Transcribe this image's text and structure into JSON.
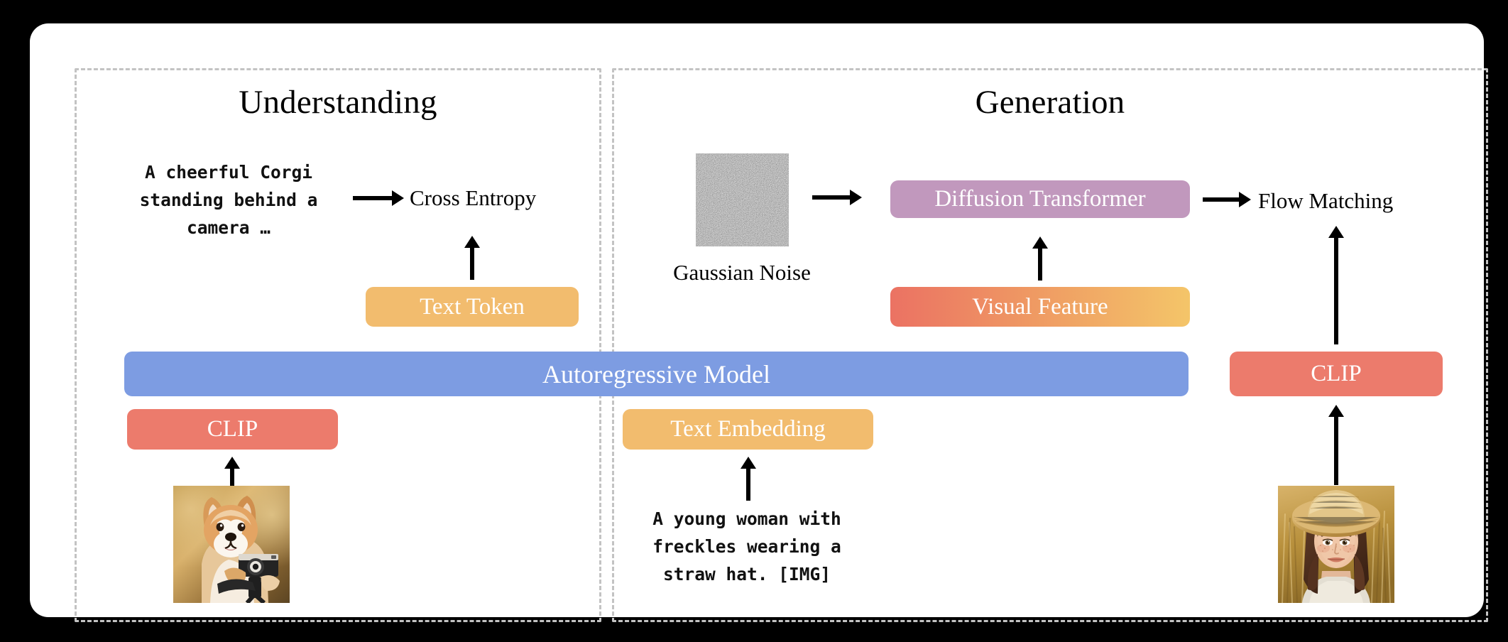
{
  "figure": {
    "background_color": "#000000",
    "card_color": "#ffffff",
    "panel_border_color": "#c3c3c3"
  },
  "panels": [
    {
      "id": "understanding",
      "title": "Understanding"
    },
    {
      "id": "generation",
      "title": "Generation"
    }
  ],
  "understanding": {
    "title": "Understanding",
    "prompt_text": "A cheerful Corgi\nstanding behind a\ncamera …",
    "loss_label": "Cross Entropy",
    "text_token_label": "Text Token",
    "clip_label": "CLIP",
    "image_alt": "corgi-with-camera-photo"
  },
  "generation": {
    "title": "Generation",
    "noise_label": "Gaussian Noise",
    "diffusion_label": "Diffusion Transformer",
    "loss_label": "Flow Matching",
    "visual_feature_label": "Visual Feature",
    "text_embedding_label": "Text Embedding",
    "clip_label": "CLIP",
    "prompt_text": "A young woman with\nfreckles wearing a\nstraw hat. [IMG]",
    "image_alt": "woman-in-straw-hat-photo"
  },
  "shared": {
    "autoregressive_label": "Autoregressive Model"
  },
  "colors": {
    "autoregressive_blue": "#7d9ce2",
    "clip_coral": "#ec7b6c",
    "token_amber": "#f2bc6e",
    "diffusion_mauve": "#c198bd",
    "visual_feature_gradient_start": "#eb7263",
    "visual_feature_gradient_end": "#f4c569",
    "arrow_black": "#000000",
    "dashed_border": "#c3c3c3"
  },
  "icons": {
    "arrow_right": "arrow-right-icon",
    "arrow_up": "arrow-up-icon"
  }
}
